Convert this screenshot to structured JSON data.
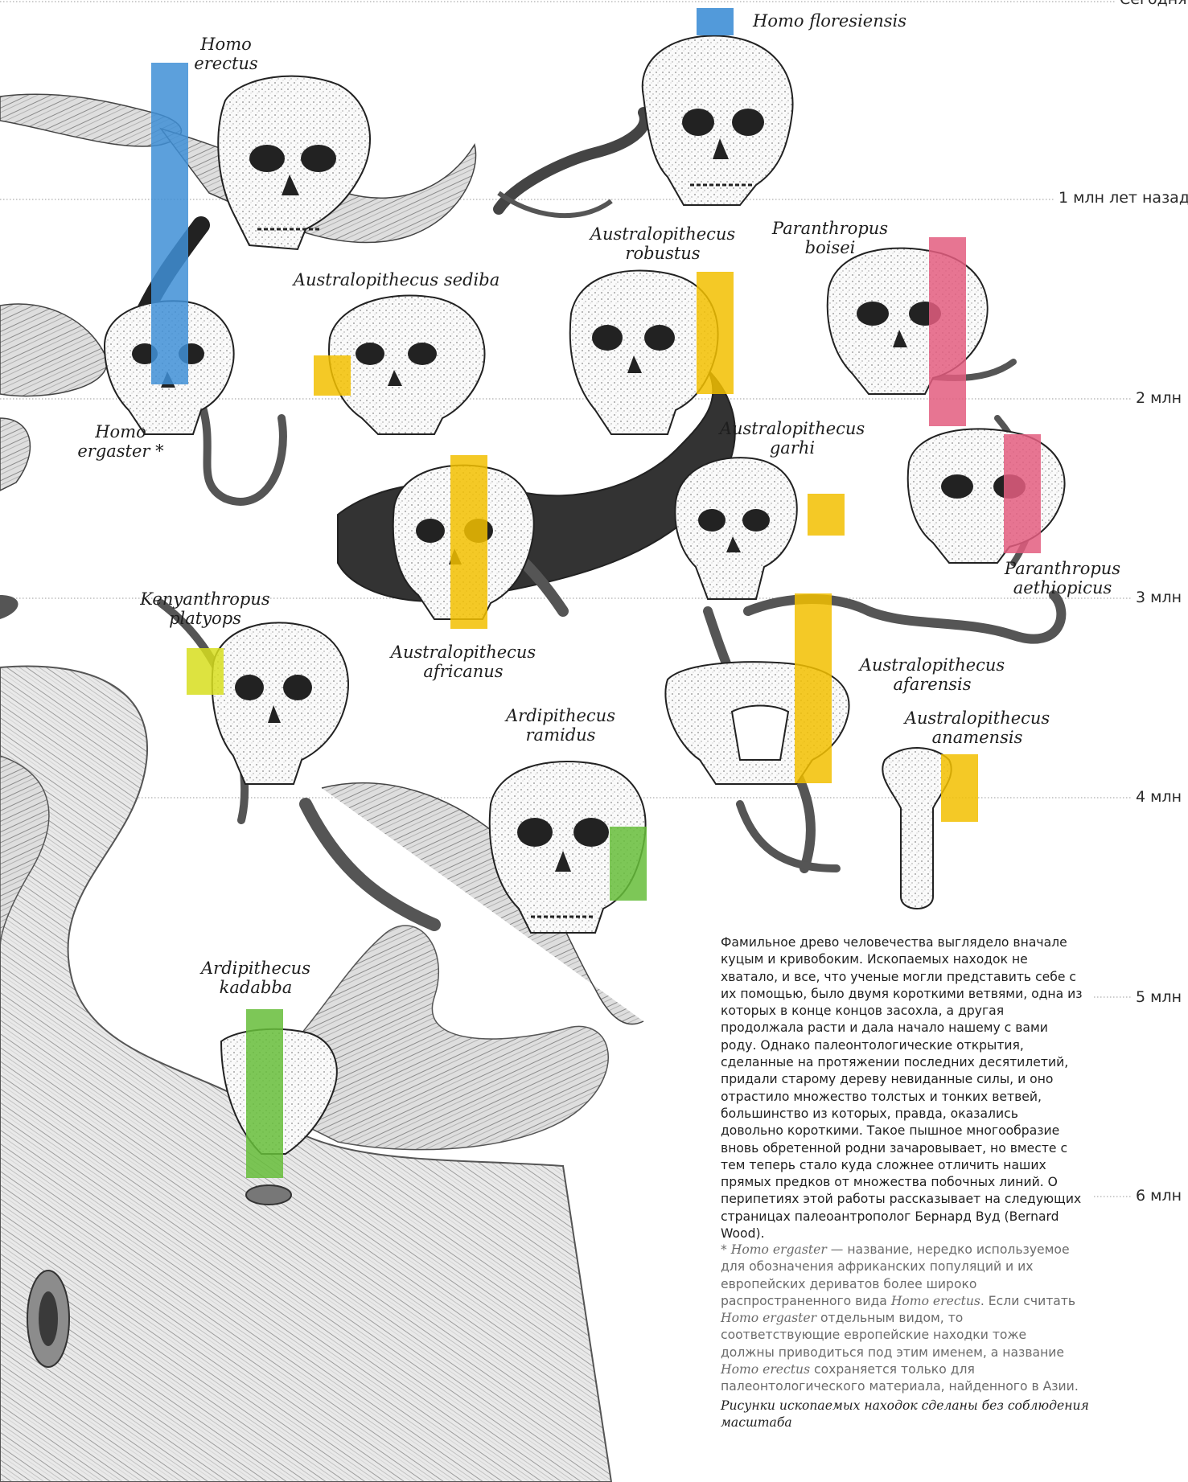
{
  "colors": {
    "homo": "#3f8fd6",
    "australopithecus": "#f2c000",
    "paranthropus": "#e35d7f",
    "kenyanthropus": "#d7de1e",
    "ardipithecus": "#66bd3a",
    "ink": "#1e1e1e",
    "branch_dark": "#3a3a3a"
  },
  "timeline": [
    {
      "label": "Сегодня"
    },
    {
      "label": "1 млн лет назад"
    },
    {
      "label": "2 млн"
    },
    {
      "label": "3 млн"
    },
    {
      "label": "4 млн"
    },
    {
      "label": "5 млн"
    },
    {
      "label": "6 млн"
    }
  ],
  "species": [
    {
      "id": "homo-floresiensis",
      "name": "Homo floresiensis",
      "group": "homo",
      "icon": "skull-icon"
    },
    {
      "id": "homo-erectus",
      "name": "Homo\nerectus",
      "group": "homo",
      "icon": "skull-icon"
    },
    {
      "id": "homo-ergaster",
      "name": "Homo\nergaster *",
      "group": "homo",
      "icon": "skull-icon"
    },
    {
      "id": "australopithecus-sediba",
      "name": "Australopithecus sediba",
      "group": "australopithecus",
      "icon": "skull-icon"
    },
    {
      "id": "australopithecus-robustus",
      "name": "Australopithecus\nrobustus",
      "group": "australopithecus",
      "icon": "skull-icon"
    },
    {
      "id": "paranthropus-boisei",
      "name": "Paranthropus\nboisei",
      "group": "paranthropus",
      "icon": "skull-icon"
    },
    {
      "id": "australopithecus-garhi",
      "name": "Australopithecus\ngarhi",
      "group": "australopithecus",
      "icon": "skull-icon"
    },
    {
      "id": "paranthropus-aethiopicus",
      "name": "Paranthropus\naethiopicus",
      "group": "paranthropus",
      "icon": "skull-icon"
    },
    {
      "id": "kenyanthropus-platyops",
      "name": "Kenyanthropus\nplatyops",
      "group": "kenyanthropus",
      "icon": "skull-icon"
    },
    {
      "id": "australopithecus-africanus",
      "name": "Australopithecus\nafricanus",
      "group": "australopithecus",
      "icon": "skull-icon"
    },
    {
      "id": "australopithecus-afarensis",
      "name": "Australopithecus\nafarensis",
      "group": "australopithecus",
      "icon": "skull-icon"
    },
    {
      "id": "ardipithecus-ramidus",
      "name": "Ardipithecus\nramidus",
      "group": "ardipithecus",
      "icon": "skull-icon"
    },
    {
      "id": "australopithecus-anamensis",
      "name": "Australopithecus\nanamensis",
      "group": "australopithecus",
      "icon": "jaw-fragment-icon"
    },
    {
      "id": "ardipithecus-kadabba",
      "name": "Ardipithecus\nkadabba",
      "group": "ardipithecus",
      "icon": "tooth-fragment-icon"
    }
  ],
  "text": {
    "body": "Фамильное древо человечества выглядело вначале куцым и кривобоким. Ископаемых находок не хватало, и все, что ученые могли представить себе с их помощью, было двумя короткими ветвями, одна из которых в конце концов засохла, а другая продолжала расти и дала начало нашему с вами роду. Однако палеонтологические открытия, сделанные на протяжении последних десятилетий, придали старому дереву невиданные силы, и оно отрастило множество толстых и тонких ветвей, большинство из которых, правда, оказались довольно короткими. Такое пышное многообразие вновь обретенной родни зачаровывает, но вместе с тем теперь стало куда сложнее отличить наших прямых предков от множества побочных линий. О перипетиях этой работы рассказывает на следующих страницах палеоантрополог Бернард Вуд (Bernard Wood).",
    "footnote_star": "* ",
    "footnote_term": "Homo ergaster",
    "footnote_part1": " — название, нередко используемое для обозначения африканских популяций и их европейских дериватов более широко распространенного вида ",
    "footnote_term2": "Homo erectus",
    "footnote_part2": ". Если считать ",
    "footnote_term3": "Homo ergaster",
    "footnote_part3": " отдельным видом, то соответствующие европейские находки тоже должны приводиться под этим именем, а название ",
    "footnote_term4": "Homo erectus",
    "footnote_part4": " сохраняется только для палеонтологического материала, найденного в Азии.",
    "scale_note": "Рисунки ископаемых находок сделаны без соблюдения масштаба"
  }
}
